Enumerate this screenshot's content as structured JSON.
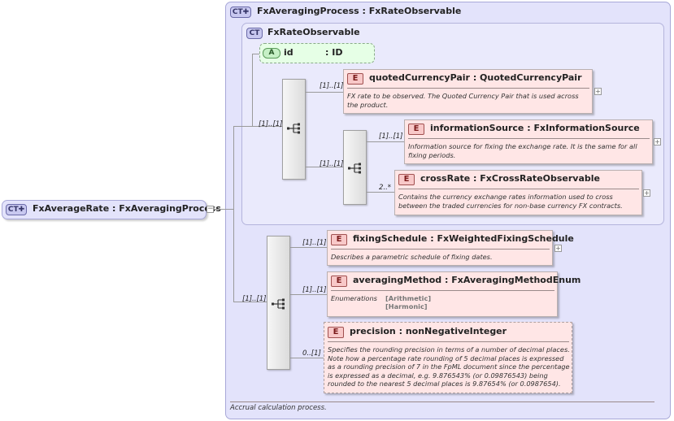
{
  "root": {
    "badge": "CT",
    "name": "FxAverageRate",
    "type": "FxAveragingProcess",
    "collapse_symbol": "−"
  },
  "process": {
    "badge": "CT",
    "name": "FxAveragingProcess",
    "type": "FxRateObservable",
    "documentation": "Accrual calculation process."
  },
  "observable": {
    "badge": "CT",
    "name": "FxRateObservable"
  },
  "attribute": {
    "badge": "A",
    "name": "id",
    "type": ": ID"
  },
  "elements": [
    {
      "badge": "E",
      "name": "quotedCurrencyPair",
      "type": "QuotedCurrencyPair",
      "description": "FX rate to be observed. The Quoted Currency Pair that is used across the product.",
      "cardinality": "[1]..[1]",
      "expand_symbol": "+"
    },
    {
      "badge": "E",
      "name": "informationSource",
      "type": "FxInformationSource",
      "description": "Information source for fixing the exchange rate. It is the same for all fixing periods.",
      "cardinality": "[1]..[1]",
      "expand_symbol": "+"
    },
    {
      "badge": "E",
      "name": "crossRate",
      "type": "FxCrossRateObservable",
      "description": "Contains the currency exchange rates information used to cross between the traded currencies for non-base currency FX contracts.",
      "cardinality": "2..*",
      "expand_symbol": "+"
    },
    {
      "badge": "E",
      "name": "fixingSchedule",
      "type": "FxWeightedFixingSchedule",
      "description": "Describes a parametric schedule of fixing dates.",
      "cardinality": "[1]..[1]",
      "expand_symbol": "+"
    },
    {
      "badge": "E",
      "name": "averagingMethod",
      "type": "FxAveragingMethodEnum",
      "enumerations_label": "Enumerations",
      "enumerations": [
        "[Arithmetic]",
        "[Harmonic]"
      ],
      "cardinality": "[1]..[1]"
    },
    {
      "badge": "E",
      "name": "precision",
      "type": "nonNegativeInteger",
      "description": "Specifies the rounding precision in terms of a number of decimal places. Note how a percentage rate rounding of 5 decimal places is expressed as a rounding precision of 7 in the FpML document since the percentage is expressed as a decimal, e.g. 9.876543% (or 0.09876543) being rounded to the nearest 5 decimal places is 9.87654% (or 0.0987654).",
      "cardinality": "0..[1]"
    }
  ],
  "sequences": [
    {
      "cardinality": "[1]..[1]"
    },
    {
      "cardinality": "[1]..[1]"
    },
    {
      "cardinality": "[1]..[1]"
    }
  ]
}
